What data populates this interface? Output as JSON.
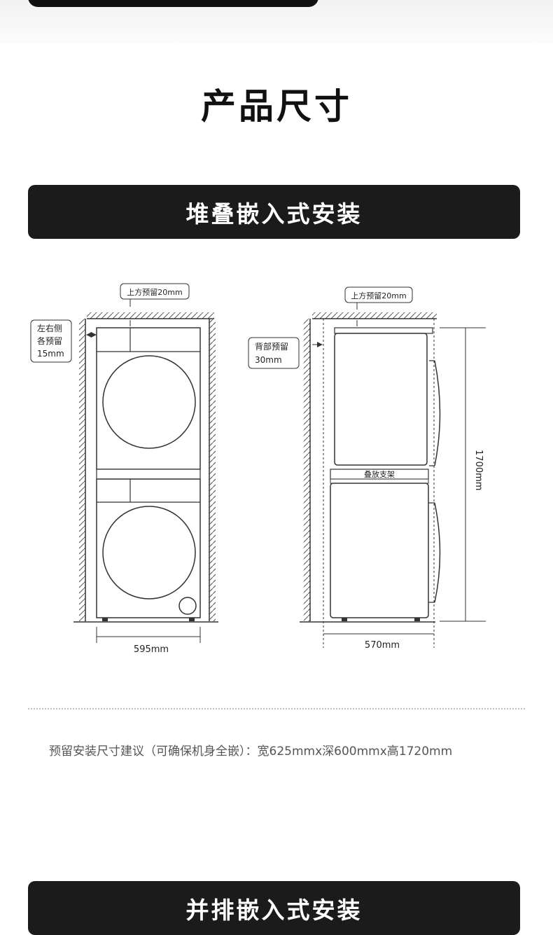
{
  "header": {
    "title": "产品尺寸"
  },
  "banners": {
    "stacked": "堆叠嵌入式安装",
    "bottom": "并排嵌入式安装"
  },
  "front_view": {
    "top_clearance": "上方预留20mm",
    "side_clearance_lines": [
      "左右侧",
      "各预留",
      "15mm"
    ],
    "width": "595mm"
  },
  "side_view": {
    "top_clearance": "上方预留20mm",
    "back_clearance_lines": [
      "背部预留",
      "30mm"
    ],
    "bracket": "叠放支架",
    "height": "1700mm",
    "depth": "570mm"
  },
  "note": "预留安装尺寸建议（可确保机身全嵌）：宽625mmx深600mmx高1720mm"
}
